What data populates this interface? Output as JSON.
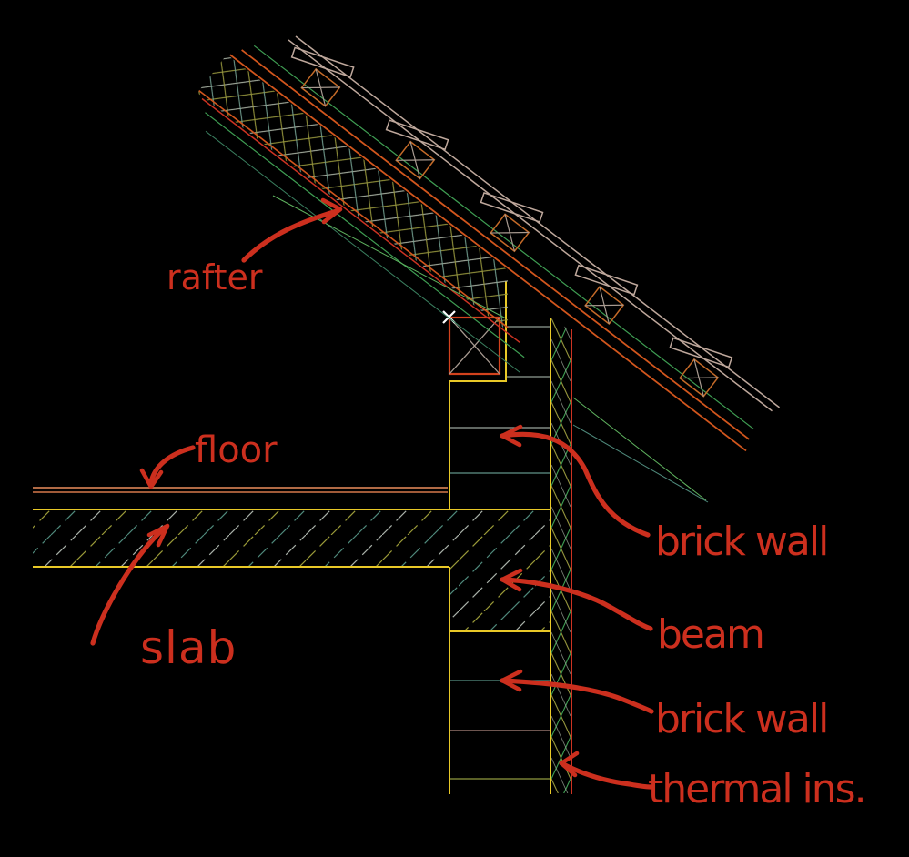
{
  "drawing": {
    "kind": "CAD architectural section detail",
    "subject": "roof eave / external wall junction"
  },
  "labels": {
    "rafter": "rafter",
    "floor": "floor",
    "slab": "slab",
    "brick_wall_upper": "brick wall",
    "beam": "beam",
    "brick_wall_lower": "brick wall",
    "thermal_ins": "thermal ins."
  },
  "colors": {
    "background": "#000000",
    "annotation": "#cc2f1e",
    "cad_yellow": "#e8c827",
    "cad_orange": "#d2561d",
    "cad_red": "#cc3322",
    "cad_green": "#3f9e53",
    "cad_light_green": "#5fb35f",
    "cad_teal": "#4f8a7c",
    "cad_gray": "#bfa89c",
    "plate_outline": "#d2421d",
    "batten_cross": "#a89a90",
    "floor_line": "#b06a45",
    "marker_white": "#ffffff"
  }
}
